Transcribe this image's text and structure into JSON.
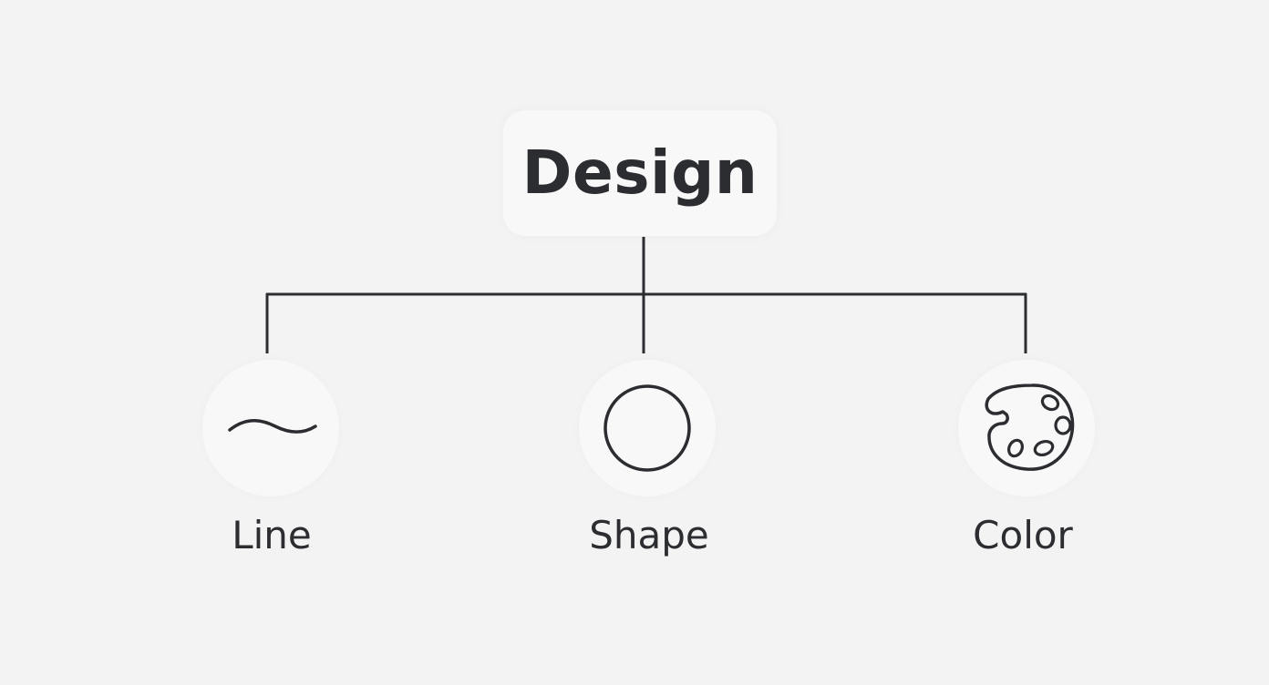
{
  "root": {
    "label": "Design"
  },
  "children": [
    {
      "label": "Line",
      "icon": "wave-line-icon"
    },
    {
      "label": "Shape",
      "icon": "circle-icon"
    },
    {
      "label": "Color",
      "icon": "palette-icon"
    }
  ],
  "colors": {
    "background": "#f3f3f3",
    "node_fill": "#f8f8f8",
    "stroke": "#2b2d31"
  }
}
